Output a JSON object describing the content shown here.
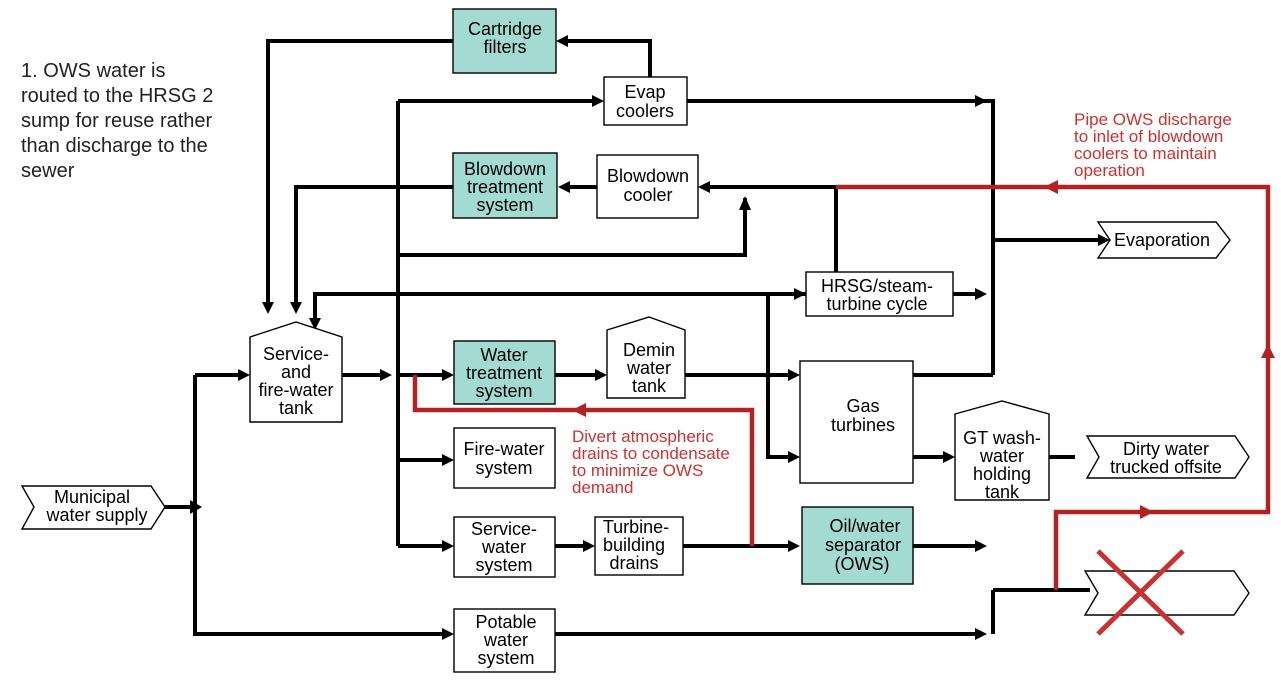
{
  "note": {
    "lines": [
      "1. OWS water is",
      "routed to the HRSG 2",
      "sump for reuse rather",
      "than discharge to the",
      "sewer"
    ]
  },
  "nodes": {
    "cartridge_filters": [
      "Cartridge",
      "filters"
    ],
    "evap_coolers": [
      "Evap",
      "coolers"
    ],
    "blowdown_treatment": [
      "Blowdown",
      "treatment",
      "system"
    ],
    "blowdown_cooler": [
      "Blowdown",
      "cooler"
    ],
    "evaporation": [
      "Evaporation"
    ],
    "hrsg_cycle": [
      "HRSG/steam-",
      "turbine cycle"
    ],
    "service_fire_tank": [
      "Service-",
      "and",
      "fire-water",
      "tank"
    ],
    "water_treatment": [
      "Water",
      "treatment",
      "system"
    ],
    "demin_tank": [
      "Demin",
      "water",
      "tank"
    ],
    "gas_turbines": [
      "Gas",
      "turbines"
    ],
    "gt_wash_tank": [
      "GT wash-",
      "water",
      "holding",
      "tank"
    ],
    "dirty_water": [
      "Dirty water",
      "trucked offsite"
    ],
    "fire_water": [
      "Fire-water",
      "system"
    ],
    "municipal": [
      "Municipal",
      "water supply"
    ],
    "service_water": [
      "Service-",
      "water",
      "system"
    ],
    "turbine_drains": [
      "Turbine-",
      "building",
      "drains"
    ],
    "ows": [
      "Oil/water",
      "separator",
      "(OWS)"
    ],
    "potable": [
      "Potable",
      "water",
      "system"
    ]
  },
  "annotations": {
    "pipe_ows": [
      "Pipe OWS discharge",
      "to inlet of blowdown",
      "coolers to maintain",
      "operation"
    ],
    "divert": [
      "Divert atmospheric",
      "drains to condensate",
      "to minimize OWS",
      "demand"
    ]
  },
  "colors": {
    "teal_fill": "#a3dbd2",
    "red_line": "#b22222",
    "red_text": "#d03030",
    "line": "#000000"
  }
}
